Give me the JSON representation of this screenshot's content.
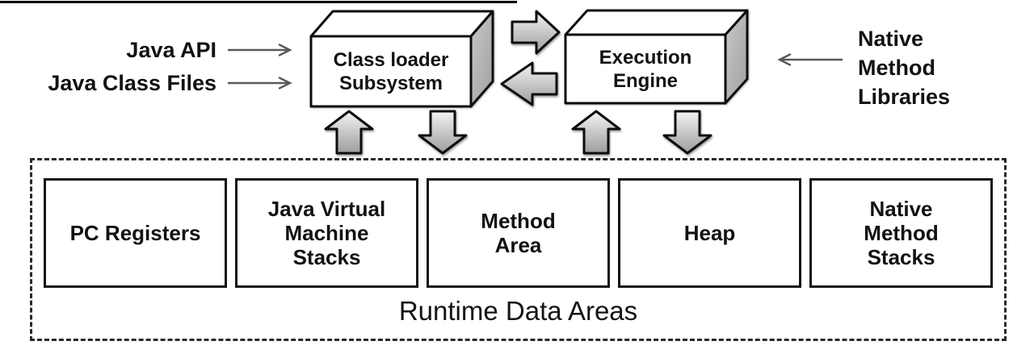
{
  "diagram": {
    "title_region": {
      "inputs": {
        "java_api": "Java API",
        "java_class_files": "Java Class Files",
        "native_method_libraries": "Native\nMethod\nLibraries"
      },
      "components": {
        "class_loader": "Class loader\nSubsystem",
        "execution_engine": "Execution\nEngine"
      }
    },
    "runtime": {
      "caption": "Runtime Data Areas",
      "areas": [
        {
          "label": "PC Registers"
        },
        {
          "label": "Java Virtual\nMachine\nStacks"
        },
        {
          "label": "Method\nArea"
        },
        {
          "label": "Heap"
        },
        {
          "label": "Native\nMethod\nStacks"
        }
      ]
    },
    "icons": {
      "thin_arrow_right": "arrow pointing right",
      "thin_arrow_left": "arrow pointing left",
      "block_arrow_up": "thick arrow pointing up",
      "block_arrow_down": "thick arrow pointing down",
      "block_arrow_right": "thick arrow pointing right",
      "block_arrow_left": "thick arrow pointing left"
    },
    "colors": {
      "ink": "#111111",
      "thin_arrow": "#595959",
      "block_arrow_fill_light": "#f3f3f3",
      "block_arrow_fill_dark": "#9d9d9d",
      "box_side_shade": "#b5b5b5",
      "background": "#ffffff"
    }
  }
}
